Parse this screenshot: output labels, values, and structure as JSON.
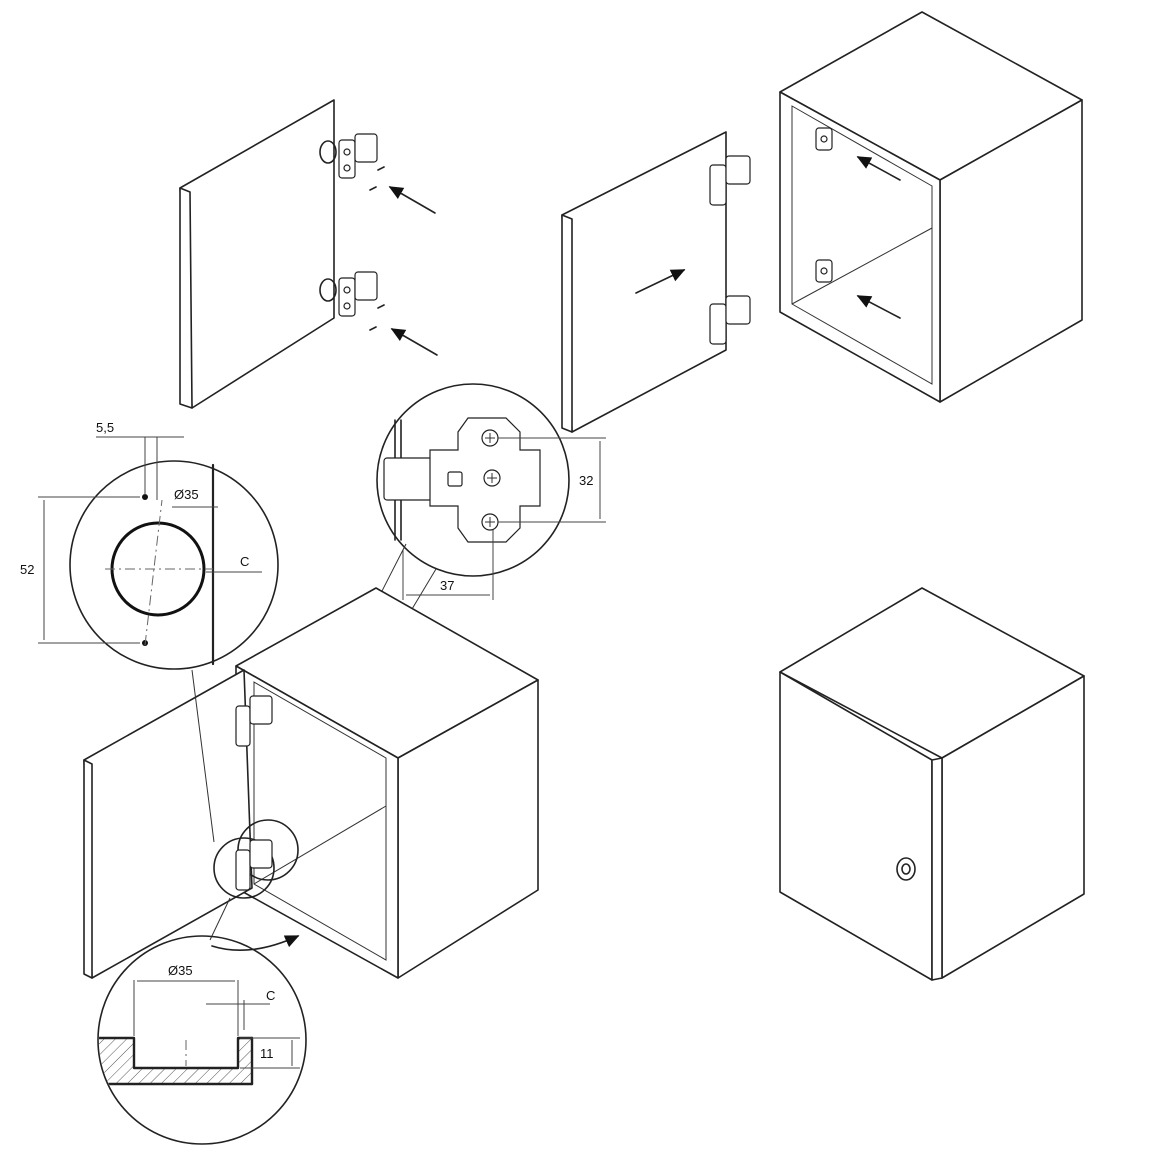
{
  "dimensions": {
    "offset_5_5": "5,5",
    "hole_diameter_top": "Ø35",
    "spacing_52": "52",
    "distance_c_top": "C",
    "mount_spacing_32": "32",
    "mount_offset_37": "37",
    "hole_diameter_bottom": "Ø35",
    "distance_c_bottom": "C",
    "depth_11": "11"
  }
}
